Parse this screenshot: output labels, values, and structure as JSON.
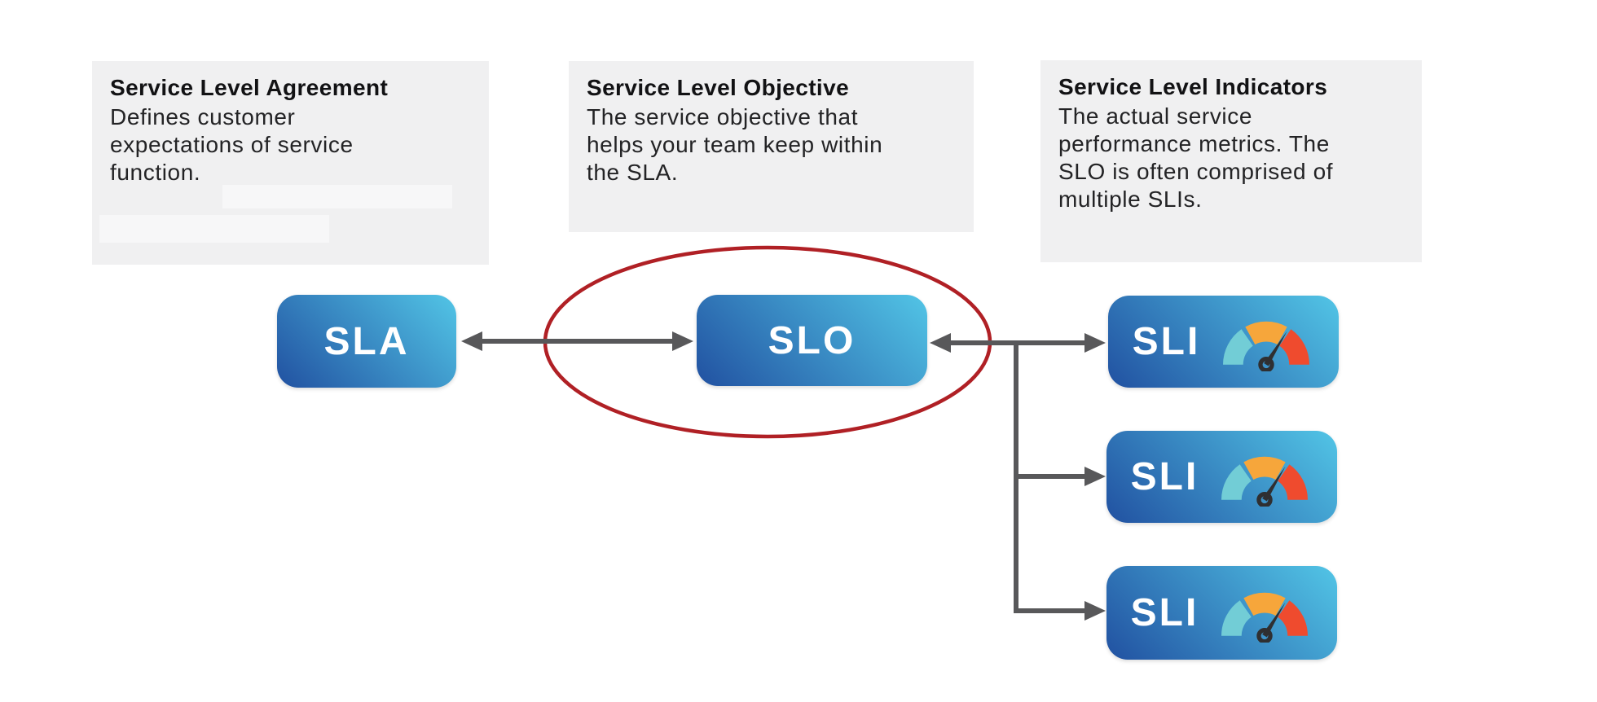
{
  "diagram": {
    "legend": [
      {
        "title": "Service Level Agreement",
        "description": "Defines customer expectations of service function.",
        "lines": [
          "Defines customer",
          "expectations of service",
          "function."
        ]
      },
      {
        "title": "Service Level Objective",
        "description": "The service objective that helps your team keep within the SLA.",
        "lines": [
          "The service objective that",
          "helps your team keep within",
          "the SLA."
        ]
      },
      {
        "title": "Service Level Indicators",
        "description": "The actual service performance metrics. The SLO is often comprised of multiple SLIs.",
        "lines": [
          "The actual service",
          "performance metrics. The",
          "SLO is often comprised of",
          "multiple SLIs."
        ]
      }
    ],
    "nodes": {
      "sla": {
        "label": "SLA"
      },
      "slo": {
        "label": "SLO",
        "highlighted": true
      },
      "sli": {
        "label": "SLI",
        "icon": "gauge-icon",
        "count": 3
      }
    },
    "colors": {
      "node_gradient_start": "#2151a1",
      "node_gradient_end": "#52c5e6",
      "connector": "#58585a",
      "highlight_ellipse": "#b02025",
      "panel_bg": "#f0f0f1",
      "panel_redact": "#f7f7f8",
      "text": "#1b1b1d",
      "node_text": "#ffffff",
      "gauge_teal": "#72cdd6",
      "gauge_orange": "#f6a63b",
      "gauge_red": "#ef4b2e",
      "gauge_needle": "#2f2f31"
    }
  }
}
